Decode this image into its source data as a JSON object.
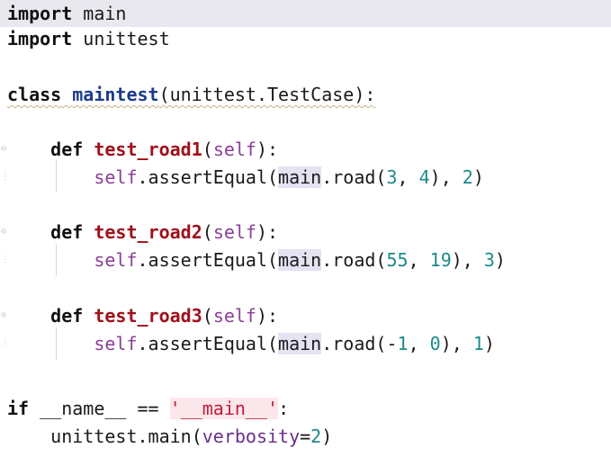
{
  "editor": {
    "language": "python",
    "lines": {
      "l1": {
        "kw": "import",
        "rest": " main"
      },
      "l2": {
        "kw": "import",
        "rest": " unittest"
      },
      "l4": {
        "kw": "class",
        "name": "maintest",
        "open": "(unittest.TestCase):"
      },
      "l6": {
        "kw": "def",
        "name": "test_road1",
        "open": "(",
        "self": "self",
        "close": "):"
      },
      "l7": {
        "self": "self",
        "call": ".assertEqual(",
        "module": "main",
        "func": ".road(",
        "a": "3",
        "sep": ", ",
        "b": "4",
        "mid": "), ",
        "expected": "2",
        "end": ")"
      },
      "l9": {
        "kw": "def",
        "name": "test_road2",
        "open": "(",
        "self": "self",
        "close": "):"
      },
      "l10": {
        "self": "self",
        "call": ".assertEqual(",
        "module": "main",
        "func": ".road(",
        "a": "55",
        "sep": ", ",
        "b": "19",
        "mid": "), ",
        "expected": "3",
        "end": ")"
      },
      "l12": {
        "kw": "def",
        "name": "test_road3",
        "open": "(",
        "self": "self",
        "close": "):"
      },
      "l13": {
        "self": "self",
        "call": ".assertEqual(",
        "module": "main",
        "func": ".road(",
        "a_sign": "-",
        "a": "1",
        "sep": ", ",
        "b": "0",
        "mid": "), ",
        "expected": "1",
        "end": ")"
      },
      "l15": {
        "kw": "if",
        "mid": " __name__ == ",
        "str": "'__main__'",
        "end": ":"
      },
      "l16": {
        "pre": "unittest.main(",
        "kwarg": "verbosity",
        "eq": "=",
        "val": "2",
        "end": ")"
      }
    },
    "colors": {
      "keyword": "#111111",
      "class_name": "#1b3a8a",
      "function_name": "#a0101a",
      "self": "#8a3f96",
      "number": "#1b8a8a",
      "string": "#c41a3a",
      "current_line": "#e8e8ee"
    }
  }
}
